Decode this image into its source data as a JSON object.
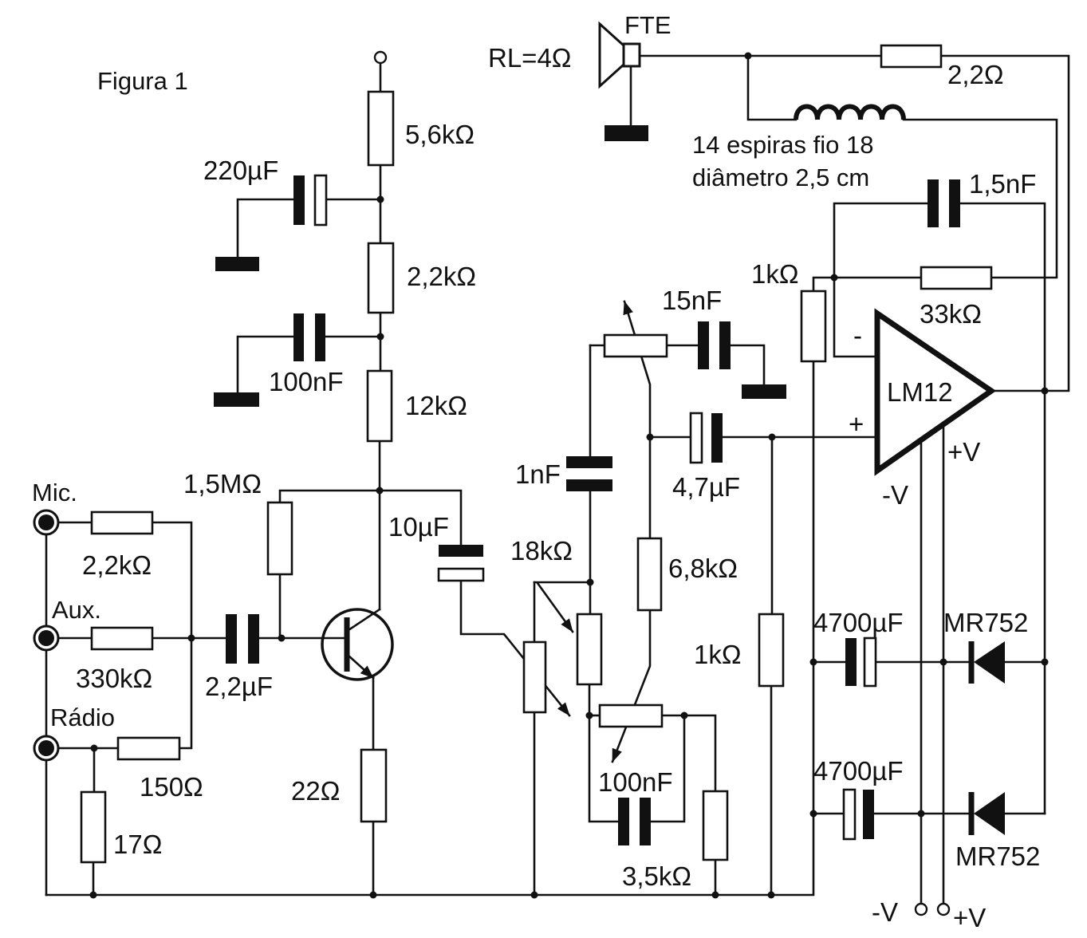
{
  "figure": {
    "title": "Figura 1"
  },
  "inputs": {
    "mic": "Mic.",
    "aux": "Aux.",
    "radio": "Rádio"
  },
  "resistors": {
    "r_collector_top": "5,6kΩ",
    "r_collector_mid": "2,2kΩ",
    "r_collector": "12kΩ",
    "r_base_bias": "1,5MΩ",
    "r_mic": "2,2kΩ",
    "r_aux": "330kΩ",
    "r_radio": "150Ω",
    "r_radio_shunt": "17Ω",
    "r_emitter": "22Ω",
    "r_tone_18k": "18kΩ",
    "r_tone_6k8": "6,8kΩ",
    "r_tone_3k5": "3,5kΩ",
    "r_input_bias": "1kΩ",
    "r_feedback_ground": "1kΩ",
    "r_feedback": "33kΩ",
    "r_output": "2,2Ω"
  },
  "capacitors": {
    "c_decouple_1": "220µF",
    "c_decouple_2": "100nF",
    "c_input": "2,2µF",
    "c_coupling": "10µF",
    "c_tone_15n": "15nF",
    "c_tone_1n": "1nF",
    "c_tone_100n": "100nF",
    "c_amp_input": "4,7µF",
    "c_feedback": "1,5nF",
    "c_supply_pos": "4700µF",
    "c_supply_neg": "4700µF"
  },
  "speaker": {
    "load": "RL=4Ω",
    "name": "FTE"
  },
  "inductor": {
    "line_1": "14 espiras fio 18",
    "line_2": "diâmetro 2,5 cm"
  },
  "amplifier": {
    "name": "LM12",
    "inverting": "-",
    "non_inverting": "+",
    "supply_pos": "+V",
    "supply_neg": "-V"
  },
  "diodes": {
    "d_pos": "MR752",
    "d_neg": "MR752"
  },
  "supply_terminals": {
    "neg": "-V",
    "pos": "+V"
  }
}
